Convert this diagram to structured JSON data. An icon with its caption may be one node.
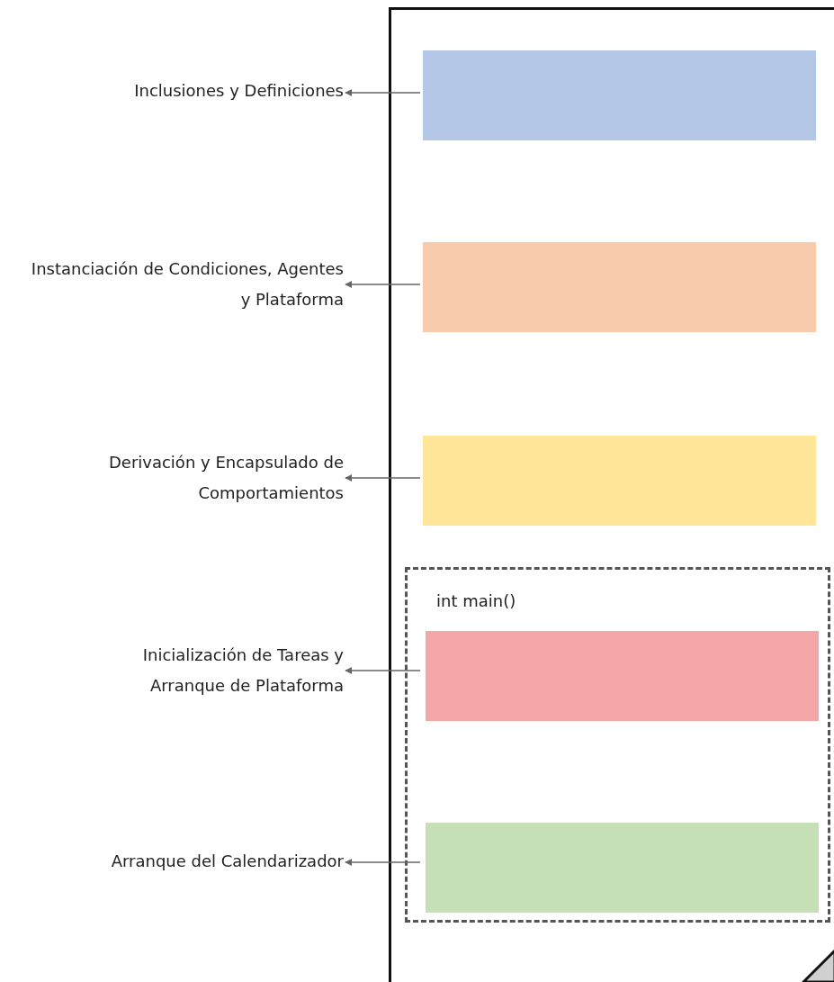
{
  "diagram": {
    "nodes": [
      {
        "text": [
          "Inclusiones y Definiciones"
        ]
      },
      {
        "text": [
          "Instanciación de Condiciones, Agentes y Plataforma"
        ]
      },
      {
        "text": [
          "Derivación y Encapsulado de Comportamientos"
        ]
      },
      {
        "text": [
          "Inicialización de Tareas y Arranque de Plataforma"
        ]
      },
      {
        "text": [
          "Arranque del Calendarizador"
        ]
      },
      {
        "text": [],
        "shape": "box"
      },
      {
        "text": [],
        "shape": "box",
        "in": 5
      },
      {
        "text": [],
        "shape": "box",
        "in": 5
      },
      {
        "text": [],
        "shape": "box",
        "in": 5
      },
      {
        "text": [
          "int main()"
        ],
        "in": 5
      },
      {
        "text": [],
        "shape": "box",
        "in": 9
      },
      {
        "text": [],
        "shape": "box",
        "in": 9
      }
    ],
    "edges": [
      {
        "from": 6,
        "to": 0,
        "arrow": "to"
      },
      {
        "from": 7,
        "to": 1,
        "arrow": "to"
      },
      {
        "from": 8,
        "to": 2,
        "arrow": "to"
      },
      {
        "from": 10,
        "to": 3,
        "arrow": "to"
      },
      {
        "from": 11,
        "to": 4,
        "arrow": "to"
      }
    ]
  }
}
